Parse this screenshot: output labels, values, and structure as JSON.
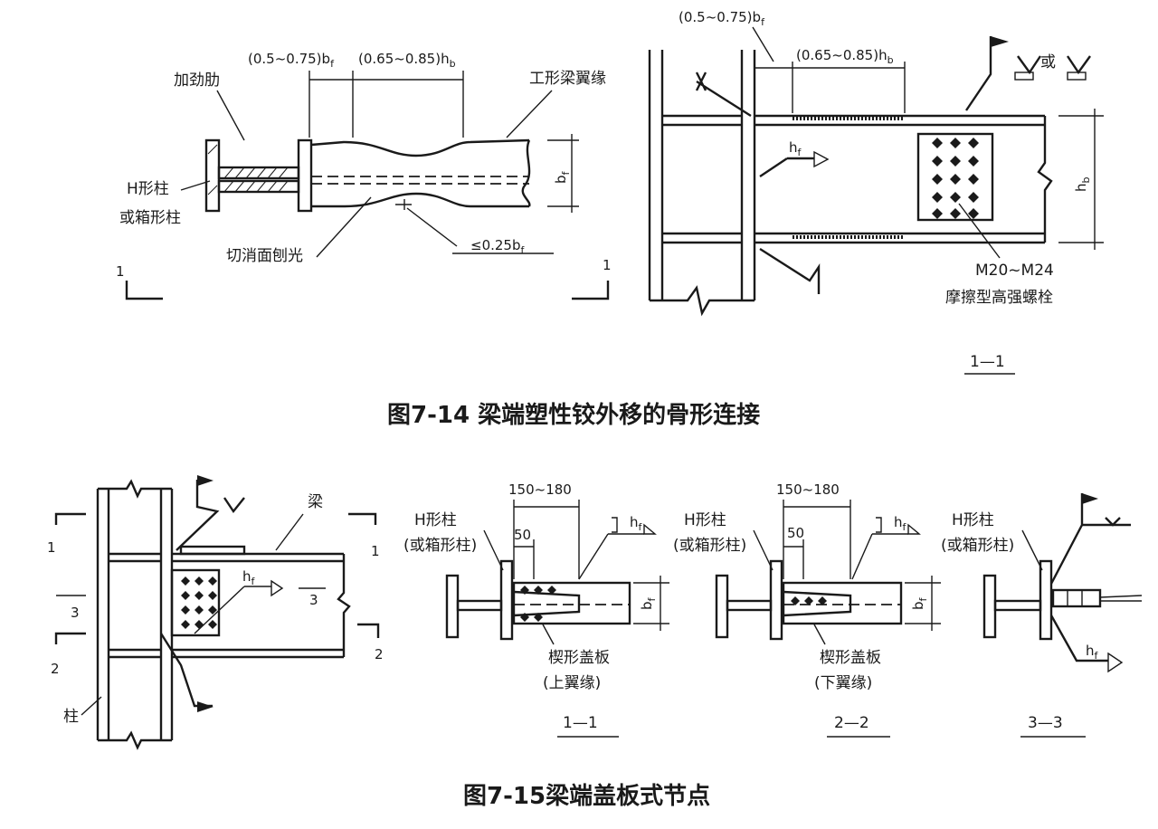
{
  "fig14": {
    "caption": "图7-14 梁端塑性铰外移的骨形连接",
    "left": {
      "label_stiffener": "加劲肋",
      "label_flange": "工形梁翼缘",
      "label_column_1": "H形柱",
      "label_column_2": "或箱形柱",
      "label_cut": "切消面刨光",
      "dim_a": "(0.5~0.75)b",
      "dim_a_sub": "f",
      "dim_b": "(0.65~0.85)h",
      "dim_b_sub": "b",
      "dim_bf": "b",
      "dim_bf_sub": "f",
      "dim_tol": "≤0.25b",
      "dim_tol_sub": "f",
      "section_mark_l": "1",
      "section_mark_r": "1"
    },
    "right": {
      "dim_a": "(0.5~0.75)b",
      "dim_a_sub": "f",
      "dim_b": "(0.65~0.85)h",
      "dim_b_sub": "b",
      "dim_hf": "h",
      "dim_hf_sub": "f",
      "dim_hb": "h",
      "dim_hb_sub": "b",
      "label_or": "或",
      "label_bolt_1": "M20~M24",
      "label_bolt_2": "摩擦型高强螺栓",
      "section_title": "1—1"
    }
  },
  "fig15": {
    "caption": "图7-15梁端盖板式节点",
    "elev": {
      "label_beam": "梁",
      "label_column": "柱",
      "dim_hf": "h",
      "dim_hf_sub": "f",
      "mark_1": "1",
      "mark_1r": "1",
      "mark_2": "2",
      "mark_2r": "2",
      "mark_3": "3",
      "mark_3r": "3"
    },
    "sec1": {
      "dim_top": "150~180",
      "dim_50": "50",
      "label_col_1": "H形柱",
      "label_col_2": "(或箱形柱)",
      "weld_hf": "h",
      "weld_hf_sub": "f",
      "dim_bf": "b",
      "dim_bf_sub": "f",
      "label_plate_1": "楔形盖板",
      "label_plate_2": "(上翼缘)",
      "title": "1—1"
    },
    "sec2": {
      "dim_top": "150~180",
      "dim_50": "50",
      "label_col_1": "H形柱",
      "label_col_2": "(或箱形柱)",
      "weld_hf": "h",
      "weld_hf_sub": "f",
      "dim_bf": "b",
      "dim_bf_sub": "f",
      "label_plate_1": "楔形盖板",
      "label_plate_2": "(下翼缘)",
      "title": "2—2"
    },
    "sec3": {
      "label_col_1": "H形柱",
      "label_col_2": "(或箱形柱)",
      "weld_hf": "h",
      "weld_hf_sub": "f",
      "title": "3—3"
    }
  }
}
